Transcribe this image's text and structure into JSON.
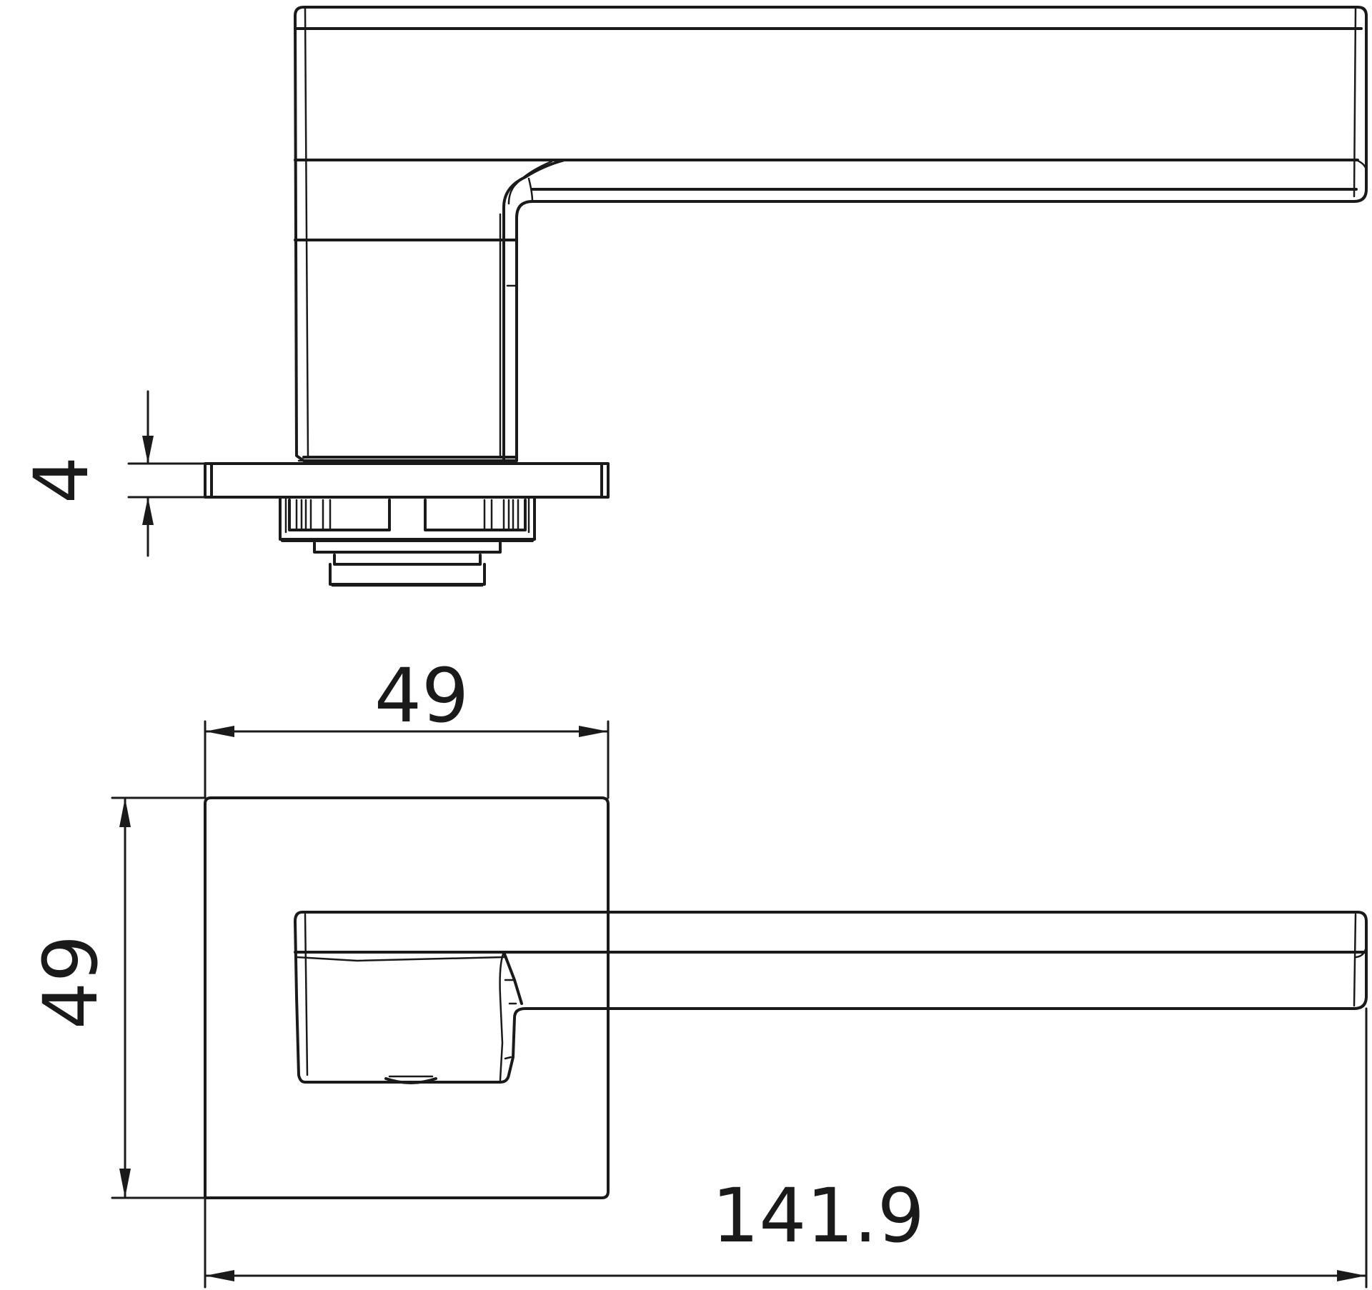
{
  "drawing": {
    "line_color": "#1a1a1a",
    "background_color": "#ffffff",
    "views": [
      "side-view",
      "front-view"
    ]
  },
  "dimensions": {
    "rose_thickness": "4",
    "rose_width": "49",
    "rose_height": "49",
    "overall_length": "141.9"
  }
}
